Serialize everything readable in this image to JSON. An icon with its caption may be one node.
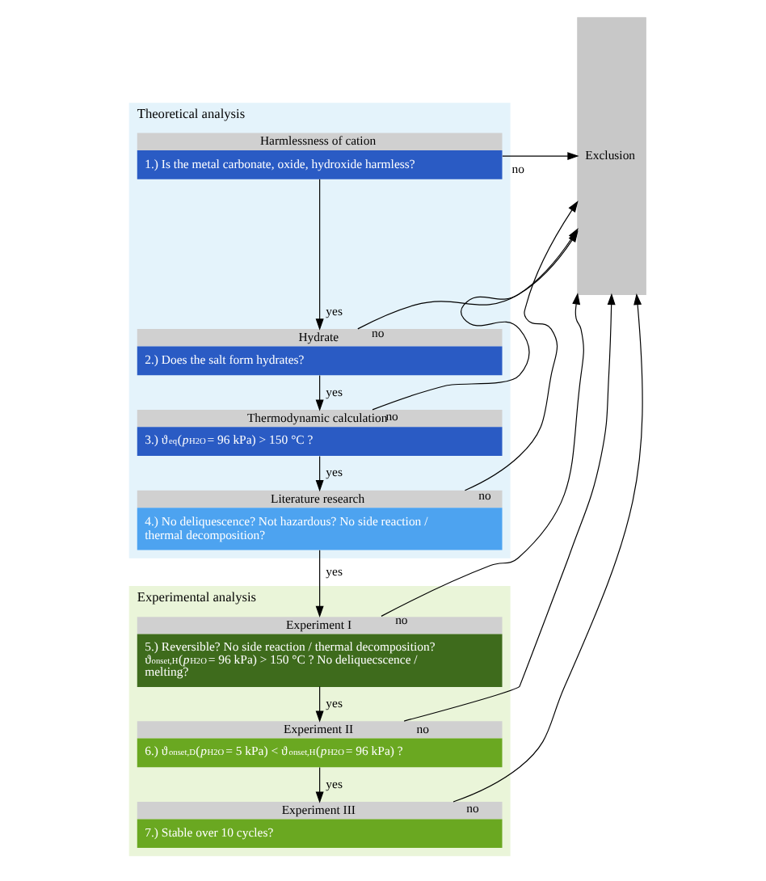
{
  "diagram": {
    "nodes": [
      {
        "text": [
          "Theoretical analysis"
        ]
      },
      {
        "text": [
          "Harmlessness of cation",
          "1.) Is the metal carbonate, oxide, hydroxide harmless?"
        ],
        "in": 0
      },
      {
        "text": [
          "Hydrate",
          "2.) Does the salt form hydrates?"
        ],
        "in": 0
      },
      {
        "text": [
          "Thermodynamic calculation",
          "3.) ϑ$_{eq}$(*p*$_{H2O}$= 96 kPa) > 150 °C ?"
        ],
        "in": 0
      },
      {
        "text": [
          "Literature research",
          "4.) No deliquescence? Not hazardous? No side reaction / thermal decomposition?"
        ],
        "in": 0
      },
      {
        "text": [
          "Experimental analysis"
        ]
      },
      {
        "text": [
          "Experiment I",
          "5.) Reversible? No side reaction / thermal decomposition? ϑ$_{onset,H}$(*p*$_{H2O}$= 96 kPa) > 150 °C ? No deliquecscence / melting?"
        ],
        "in": 5
      },
      {
        "text": [
          "Experiment II",
          "6.) ϑ$_{onset,D}$(*p*$_{H2O}$= 5 kPa) < ϑ$_{onset,H}$(*p*$_{H2O}$= 96 kPa) ?"
        ],
        "in": 5
      },
      {
        "text": [
          "Experiment III",
          "7.) Stable over 10 cycles?"
        ],
        "in": 5
      },
      {
        "text": [
          "Exclusion"
        ]
      }
    ],
    "edges": [
      {
        "from": 1,
        "to": 2,
        "arrow": "to",
        "label": "yes"
      },
      {
        "from": 1,
        "to": 9,
        "arrow": "to",
        "label": "no"
      },
      {
        "from": 2,
        "to": 3,
        "arrow": "to",
        "label": "yes"
      },
      {
        "from": 2,
        "to": 9,
        "arrow": "to",
        "label": "no"
      },
      {
        "from": 3,
        "to": 4,
        "arrow": "to",
        "label": "yes"
      },
      {
        "from": 3,
        "to": 9,
        "arrow": "to",
        "label": "no"
      },
      {
        "from": 4,
        "to": 6,
        "arrow": "to",
        "label": "yes"
      },
      {
        "from": 4,
        "to": 9,
        "arrow": "to",
        "label": "no"
      },
      {
        "from": 6,
        "to": 7,
        "arrow": "to",
        "label": "yes"
      },
      {
        "from": 6,
        "to": 9,
        "arrow": "to",
        "label": "no"
      },
      {
        "from": 7,
        "to": 8,
        "arrow": "to",
        "label": "yes"
      },
      {
        "from": 7,
        "to": 9,
        "arrow": "to",
        "label": "no"
      },
      {
        "from": 8,
        "to": 9,
        "arrow": "to",
        "label": "no"
      }
    ]
  }
}
